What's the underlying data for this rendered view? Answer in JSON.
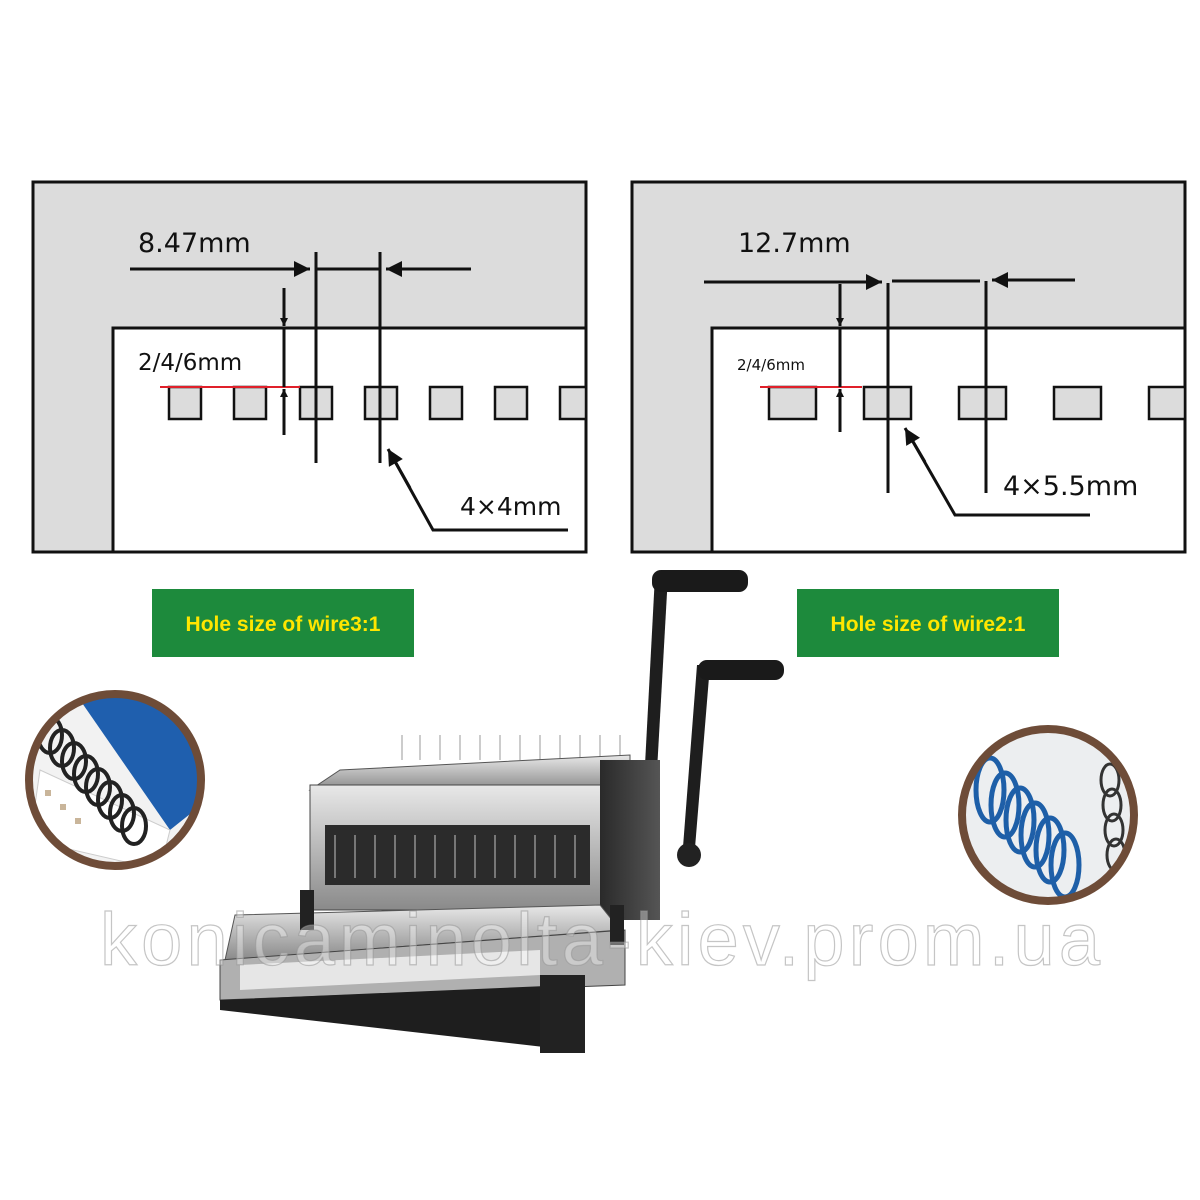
{
  "diagram_left": {
    "pitch_label": "8.47mm",
    "margin_label": "2/4/6mm",
    "hole_label": "4×4mm",
    "caption": "Hole size of wire3:1"
  },
  "diagram_right": {
    "pitch_label": "12.7mm",
    "margin_label": "2/4/6mm",
    "hole_label": "4×5.5mm",
    "caption": "Hole size of wire2:1"
  },
  "watermark": "konicaminolta-kiev.prom.ua",
  "colors": {
    "caption_bg": "#1d8a3c",
    "caption_text": "#ffe600",
    "paper_gray": "#dcdcdc",
    "margin_line": "#e0202a",
    "circle_border": "#6e4c38"
  }
}
